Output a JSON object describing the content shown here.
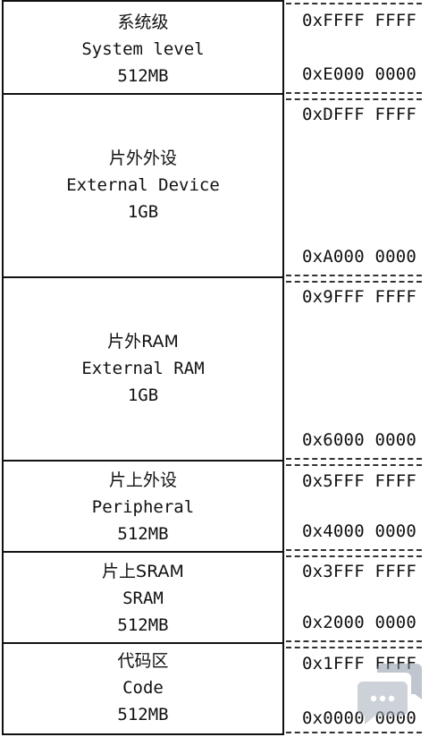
{
  "regions": [
    {
      "cn": "系统级",
      "en": "System level",
      "size": "512MB",
      "end": "0xFFFF FFFF",
      "start": "0xE000 0000"
    },
    {
      "cn": "片外外设",
      "en": "External Device",
      "size": "1GB",
      "end": "0xDFFF FFFF",
      "start": "0xA000 0000"
    },
    {
      "cn": "片外RAM",
      "en": "External RAM",
      "size": "1GB",
      "end": "0x9FFF FFFF",
      "start": "0x6000 0000"
    },
    {
      "cn": "片上外设",
      "en": "Peripheral",
      "size": "512MB",
      "end": "0x5FFF FFFF",
      "start": "0x4000 0000"
    },
    {
      "cn": "片上SRAM",
      "en": "SRAM",
      "size": "512MB",
      "end": "0x3FFF FFFF",
      "start": "0x2000 0000"
    },
    {
      "cn": "代码区",
      "en": "Code",
      "size": "512MB",
      "end": "0x1FFF FFFF",
      "start": "0x0000 0000"
    }
  ],
  "colors": {
    "line": "#111111",
    "watermark": "#9aa6b2"
  }
}
